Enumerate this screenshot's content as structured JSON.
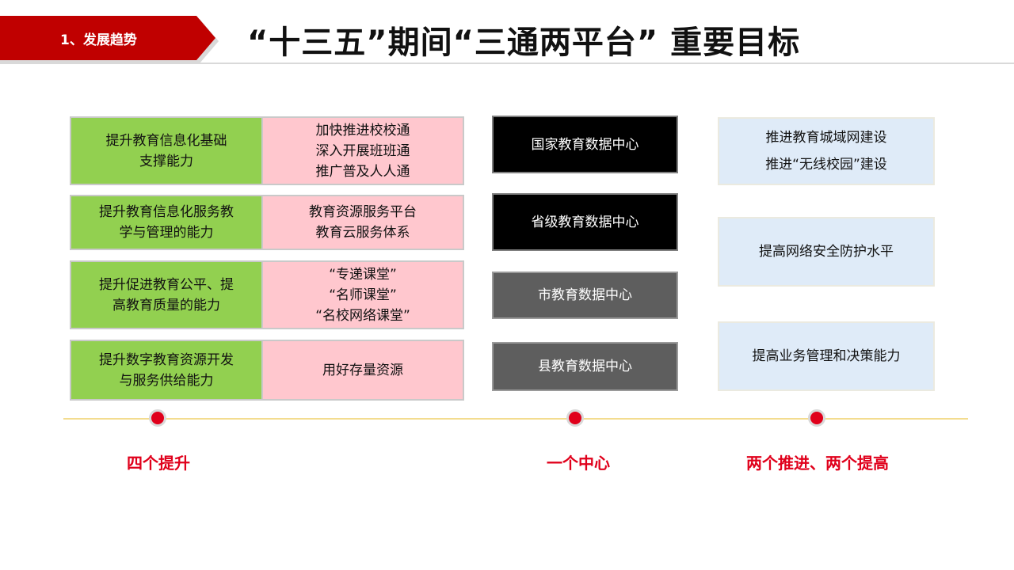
{
  "header": {
    "section_label": "1、发展趋势",
    "title": "“十三五”期间“三通两平台” 重要目标"
  },
  "four_improvements": {
    "label": "四个提升",
    "rows": [
      {
        "goal": "提升教育信息化基础\n支撑能力",
        "measures": "加快推进校校通\n深入开展班班通\n推广普及人人通"
      },
      {
        "goal": "提升教育信息化服务教\n学与管理的能力",
        "measures": "教育资源服务平台\n教育云服务体系"
      },
      {
        "goal": "提升促进教育公平、提\n高教育质量的能力",
        "measures": "“专递课堂”\n“名师课堂”\n“名校网络课堂”"
      },
      {
        "goal": "提升数字教育资源开发\n与服务供给能力",
        "measures": "用好存量资源"
      }
    ]
  },
  "one_center": {
    "label": "一个中心",
    "items": [
      "国家教育数据中心",
      "省级教育数据中心",
      "市教育数据中心",
      "县教育数据中心"
    ]
  },
  "two_and_two": {
    "label": "两个推进、两个提高",
    "items": [
      "推进教育城域网建设\n推进“无线校园”建设",
      "提高网络安全防护水平",
      "提高业务管理和决策能力"
    ]
  },
  "colors": {
    "accent_red": "#c00000",
    "marker_red": "#e0001b",
    "goal_green": "#92d050",
    "measure_pink": "#ffc7ce",
    "center_black": "#000000",
    "center_grey": "#5e5e5e",
    "target_blue": "#dfebf8"
  }
}
